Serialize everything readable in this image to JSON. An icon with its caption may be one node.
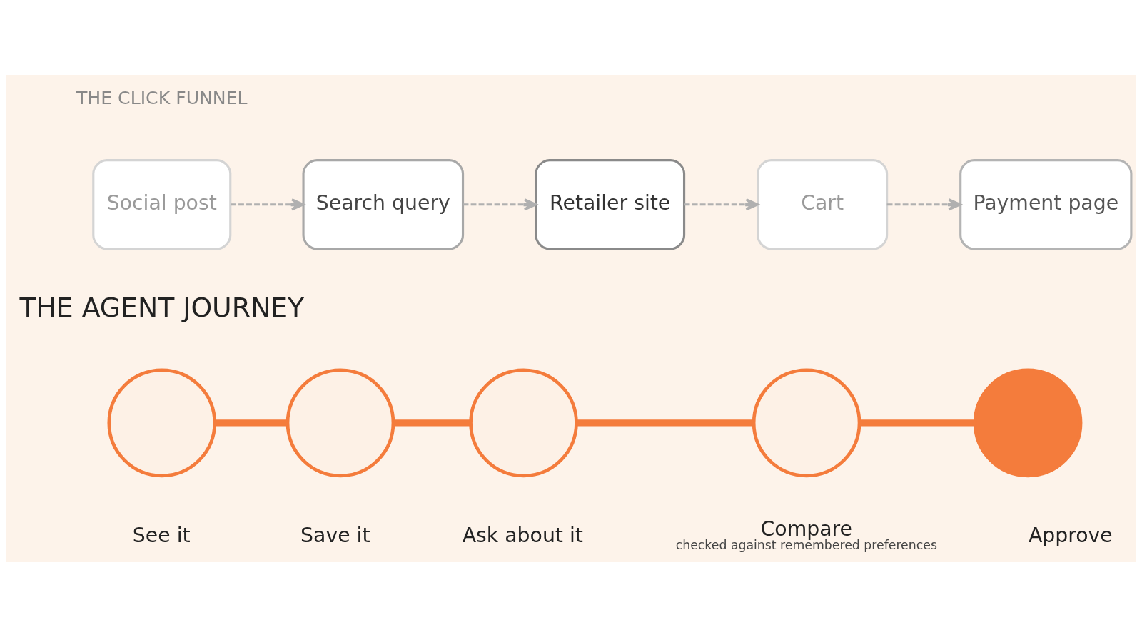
{
  "diagram": {
    "nodes": [
      {
        "text": [
          "Social post"
        ]
      },
      {
        "text": [
          "Search query"
        ]
      },
      {
        "text": [
          "Retailer site"
        ]
      },
      {
        "text": [
          "Cart"
        ]
      },
      {
        "text": [
          "Payment page"
        ]
      },
      {
        "text": [],
        "shape": "circle",
        "beside": [
          "See it"
        ]
      },
      {
        "text": [],
        "shape": "circle",
        "beside": [
          "Save it"
        ]
      },
      {
        "text": [],
        "shape": "circle",
        "beside": [
          "Ask about it"
        ]
      },
      {
        "text": [],
        "shape": "circle",
        "beside": [
          "Compare",
          "checked against remembered preferences"
        ]
      },
      {
        "text": [],
        "shape": "circle",
        "beside": [
          "Approve"
        ]
      }
    ],
    "edges": [
      {
        "from": 0,
        "to": 1,
        "arrow": "to",
        "style": "dashed"
      },
      {
        "from": 1,
        "to": 2,
        "arrow": "to",
        "style": "dashed"
      },
      {
        "from": 2,
        "to": 3,
        "arrow": "to",
        "style": "dashed"
      },
      {
        "from": 3,
        "to": 4,
        "arrow": "to",
        "style": "dashed"
      },
      {
        "from": 5,
        "to": 6,
        "arrow": "none",
        "style": "thick",
        "color": "#f47c3c"
      },
      {
        "from": 6,
        "to": 7,
        "arrow": "none",
        "style": "thick",
        "color": "#f47c3c"
      },
      {
        "from": 7,
        "to": 8,
        "arrow": "none",
        "style": "thick",
        "color": "#f47c3c"
      },
      {
        "from": 8,
        "to": 9,
        "arrow": "none",
        "style": "thick",
        "color": "#f47c3c"
      }
    ],
    "labels": [
      "THE CLICK FUNNEL",
      "THE AGENT JOURNEY"
    ]
  }
}
